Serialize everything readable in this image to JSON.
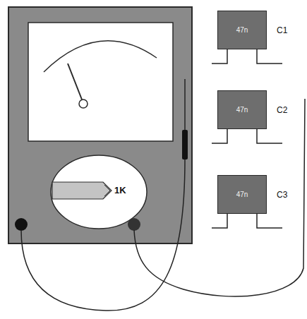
{
  "diagram": {
    "nodes": [
      {
        "text": [
          "47n",
          "C1"
        ]
      },
      {
        "text": [
          "47n",
          "C2"
        ]
      },
      {
        "text": [
          "47n",
          "C3"
        ]
      }
    ],
    "labels": [
      "1K"
    ]
  }
}
